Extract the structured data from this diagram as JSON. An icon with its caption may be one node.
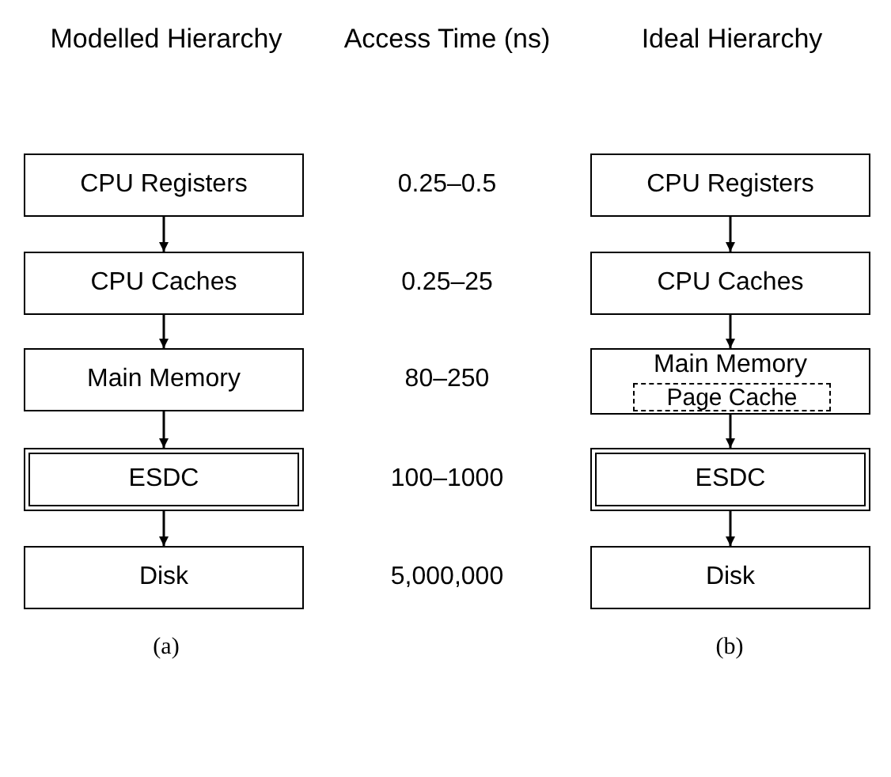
{
  "diagram": {
    "nodes": [
      {
        "text": [
          "CPU Registers"
        ]
      },
      {
        "text": [
          "CPU Caches"
        ]
      },
      {
        "text": [
          "Main Memory"
        ]
      },
      {
        "text": [
          "ESDC"
        ]
      },
      {
        "text": [
          "Disk"
        ]
      },
      {
        "text": [
          "CPU Registers"
        ]
      },
      {
        "text": [
          "CPU Caches"
        ]
      },
      {
        "text": [
          "Main Memory"
        ]
      },
      {
        "text": [
          "Page Cache"
        ],
        "in": 7
      },
      {
        "text": [
          "ESDC"
        ]
      },
      {
        "text": [
          "Disk"
        ]
      }
    ],
    "edges": [
      {
        "from": 0,
        "to": 1,
        "arrow": "to"
      },
      {
        "from": 1,
        "to": 2,
        "arrow": "to"
      },
      {
        "from": 2,
        "to": 3,
        "arrow": "to"
      },
      {
        "from": 3,
        "to": 4,
        "arrow": "to"
      },
      {
        "from": 5,
        "to": 6,
        "arrow": "to"
      },
      {
        "from": 6,
        "to": 7,
        "arrow": "to"
      },
      {
        "from": 7,
        "to": 9,
        "arrow": "to"
      },
      {
        "from": 9,
        "to": 10,
        "arrow": "to"
      }
    ],
    "labels": [
      "Modelled Hierarchy",
      "Access Time (ns)",
      "Ideal Hierarchy",
      "0.25–0.5",
      "0.25–25",
      "80–250",
      "100–1000",
      "5,000,000",
      "(a)",
      "(b)"
    ]
  }
}
